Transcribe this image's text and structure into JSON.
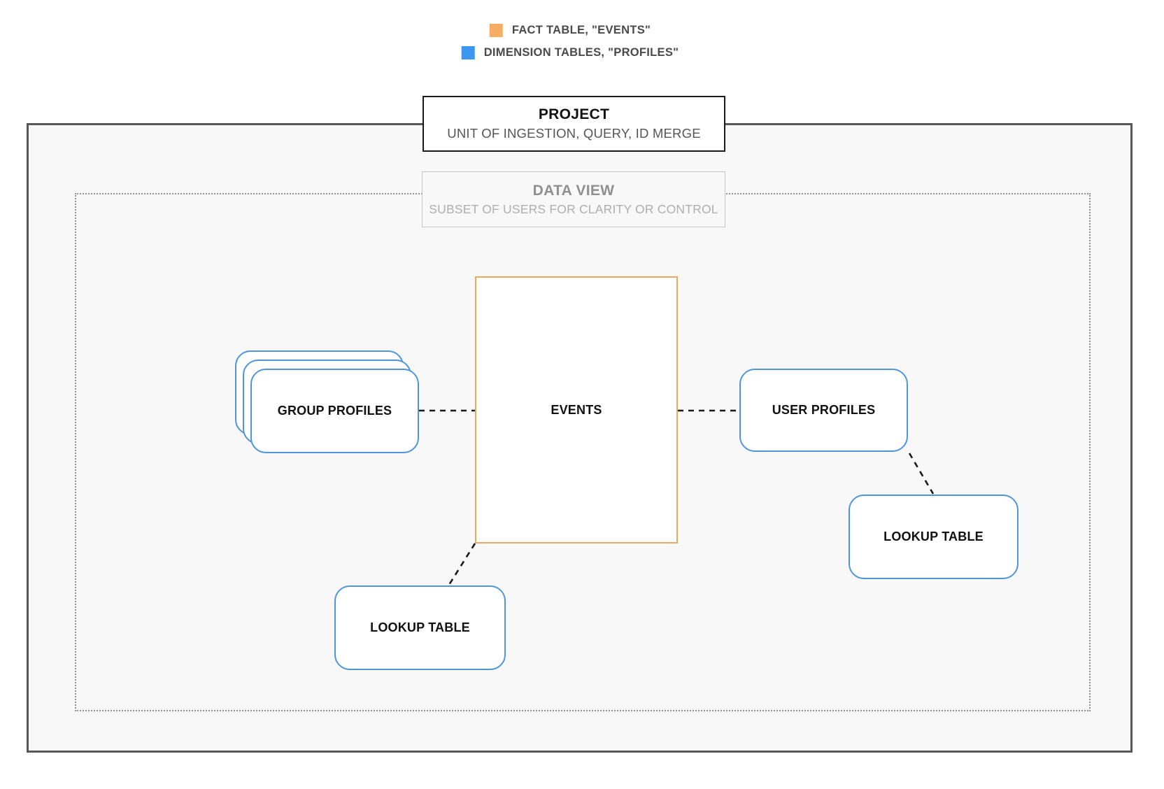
{
  "legend": {
    "items": [
      {
        "name": "fact-table",
        "label": "FACT TABLE, \"EVENTS\"",
        "color": "#F6AC62"
      },
      {
        "name": "dimension-tables",
        "label": "DIMENSION TABLES, \"PROFILES\"",
        "color": "#3D97F0"
      }
    ]
  },
  "project": {
    "title": "PROJECT",
    "subtitle": "UNIT OF INGESTION, QUERY, ID MERGE"
  },
  "data_view": {
    "title": "DATA VIEW",
    "subtitle": "SUBSET OF USERS FOR CLARITY OR CONTROL"
  },
  "nodes": {
    "events": {
      "label": "EVENTS",
      "type": "fact"
    },
    "group_profiles": {
      "label": "GROUP PROFILES",
      "type": "dimension",
      "stack_count": 3
    },
    "user_profiles": {
      "label": "USER PROFILES",
      "type": "dimension"
    },
    "lookup_table_bottom": {
      "label": "LOOKUP TABLE",
      "type": "dimension"
    },
    "lookup_table_right": {
      "label": "LOOKUP TABLE",
      "type": "dimension"
    }
  },
  "edges": [
    {
      "from": "GROUP PROFILES",
      "to": "EVENTS",
      "style": "dashed"
    },
    {
      "from": "EVENTS",
      "to": "USER PROFILES",
      "style": "dashed"
    },
    {
      "from": "USER PROFILES",
      "to": "LOOKUP TABLE (right)",
      "style": "dashed"
    },
    {
      "from": "EVENTS",
      "to": "LOOKUP TABLE (bottom)",
      "style": "dashed"
    }
  ],
  "colors": {
    "fact-table": "#F6AC62",
    "dimension-table": "#3D97F0",
    "events-border": "#E9AB63",
    "node-border": "#4E95D9",
    "line": "#1A1A1A",
    "outer-border": "#58585A",
    "dotted-border": "#8F8F8F",
    "region-bg": "#F8F8F9",
    "legend-text": "#4A4A4A",
    "project-border": "#1A1A1A",
    "project-subtitle": "#555555",
    "dataview-border": "#C6C6C7",
    "dataview-title": "#8F8F90",
    "dataview-subtitle": "#AEAEB0",
    "node-label": "#111111"
  }
}
